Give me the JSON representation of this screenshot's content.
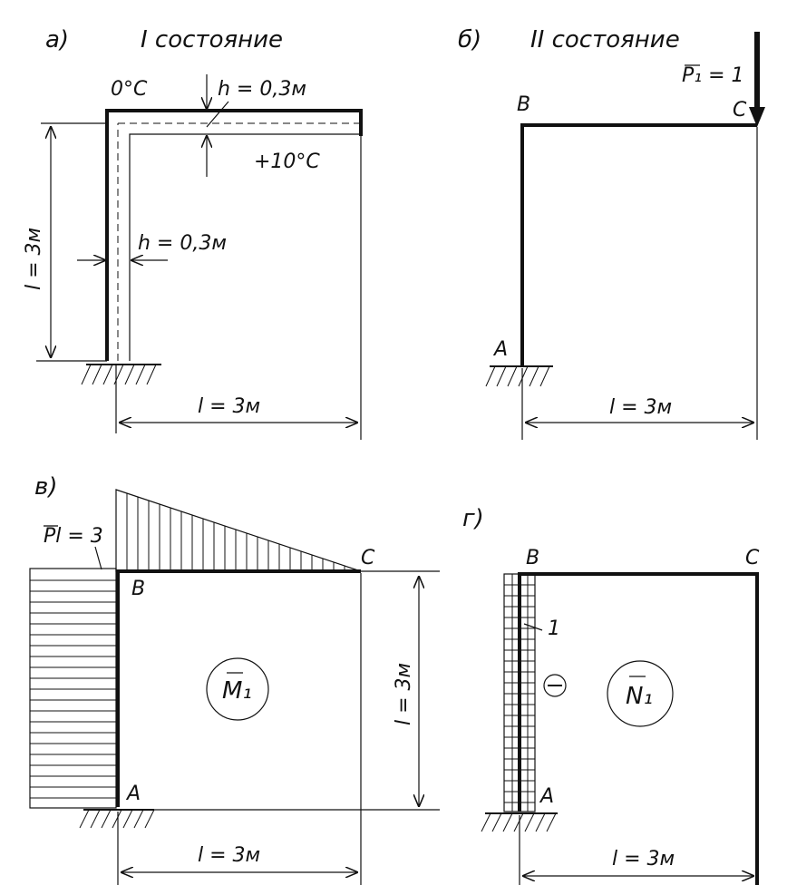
{
  "panels": {
    "a": {
      "letter": "а)",
      "title": "I состояние",
      "temp_top": "0°C",
      "temp_inner": "+10°C",
      "h_top": "h = 0,3м",
      "h_col": "h = 0,3м",
      "l_vert": "l = 3м",
      "l_horiz": "l = 3м"
    },
    "b": {
      "letter": "б)",
      "title": "II состояние",
      "force": "P₁ = 1",
      "node_b": "B",
      "node_c": "C",
      "node_a": "A",
      "l_horiz": "l = 3м"
    },
    "v": {
      "letter": "в)",
      "moment_label": "Pl = 3",
      "node_b": "B",
      "node_c": "C",
      "node_a": "A",
      "diagram_name": "M₁",
      "l_vert": "l = 3м",
      "l_horiz": "l = 3м"
    },
    "g": {
      "letter": "г)",
      "node_b": "B",
      "node_c": "C",
      "node_a": "A",
      "value": "1",
      "sign": "−",
      "diagram_name": "N₁",
      "l_horiz": "l = 3м"
    }
  },
  "colors": {
    "ink": "#111111",
    "paper": "#ffffff"
  }
}
